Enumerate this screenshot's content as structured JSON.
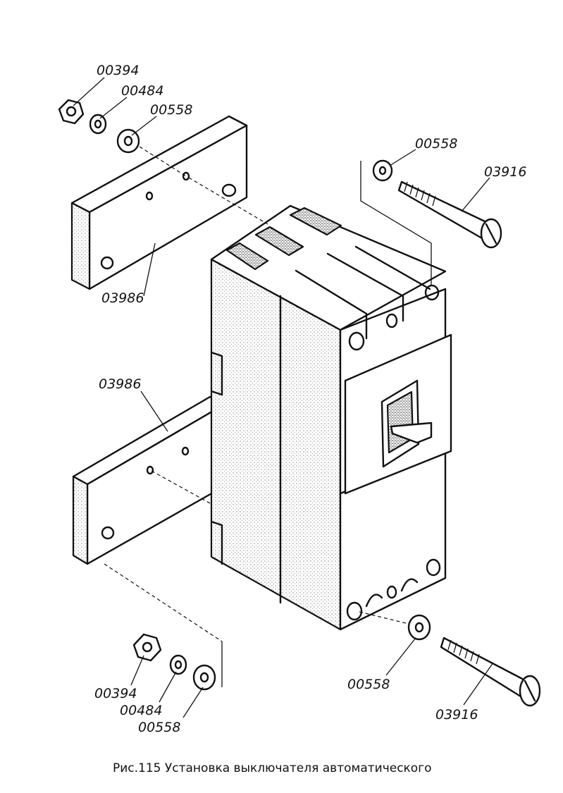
{
  "caption": "Рис.115 Установка выключателя автоматического",
  "parts": {
    "nut_top": "00394",
    "lockwasher_top": "00484",
    "washer_top": "00558",
    "bar_top": "03986",
    "washer_right_top": "00558",
    "screw_right_top": "03916",
    "bar_bottom": "03986",
    "nut_bottom": "00394",
    "lockwasher_bottom": "00484",
    "washer_bottom": "00558",
    "washer_right_bottom": "00558",
    "screw_right_bottom": "03916"
  }
}
